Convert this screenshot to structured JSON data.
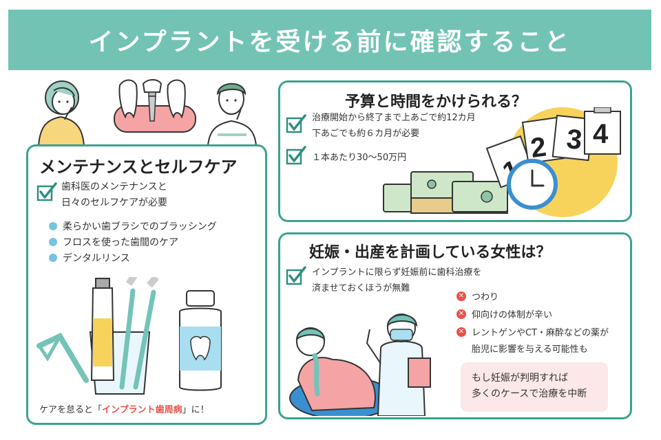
{
  "header": {
    "title": "インプラントを受ける前に確認すること"
  },
  "maintenance": {
    "title": "メンテナンスとセルフケア",
    "check_line1": "歯科医のメンテナンスと",
    "check_line2": "日々のセルフケアが必要",
    "bullets": [
      "柔らかい歯ブラシでのブラッシング",
      "フロスを使った歯間のケア",
      "デンタルリンス"
    ],
    "warning_prefix": "ケアを怠ると「",
    "warning_highlight": "インプラント歯周病",
    "warning_suffix": "」に！"
  },
  "budget": {
    "title": "予算と時間をかけられる？",
    "check1_line1": "治療開始から終了まで上あごで約12カ月",
    "check1_line2": "下あごでも約６カ月が必要",
    "check2": "１本あたり30〜50万円",
    "calendar_pages": [
      "1",
      "2",
      "3",
      "4"
    ]
  },
  "pregnancy": {
    "title": "妊娠・出産を計画している女性は？",
    "check_line1": "インプラントに限らず妊娠前に歯科治療を",
    "check_line2": "済ませておくほうが無難",
    "reasons": [
      "つわり",
      "仰向けの体制が辛い",
      "レントゲンやCT・麻酔などの薬が"
    ],
    "reason3_line2": "胎児に影響を与える可能性も",
    "note_line1": "もし妊娠が判明すれば",
    "note_line2": "多くのケースで治療を中断"
  },
  "colors": {
    "banner": "#72c3b4",
    "panel_border": "#3aa38f",
    "check": "#2f8f82",
    "bullet": "#74c3e0",
    "warning": "#e8524a",
    "note_bg": "#fce8e8"
  }
}
